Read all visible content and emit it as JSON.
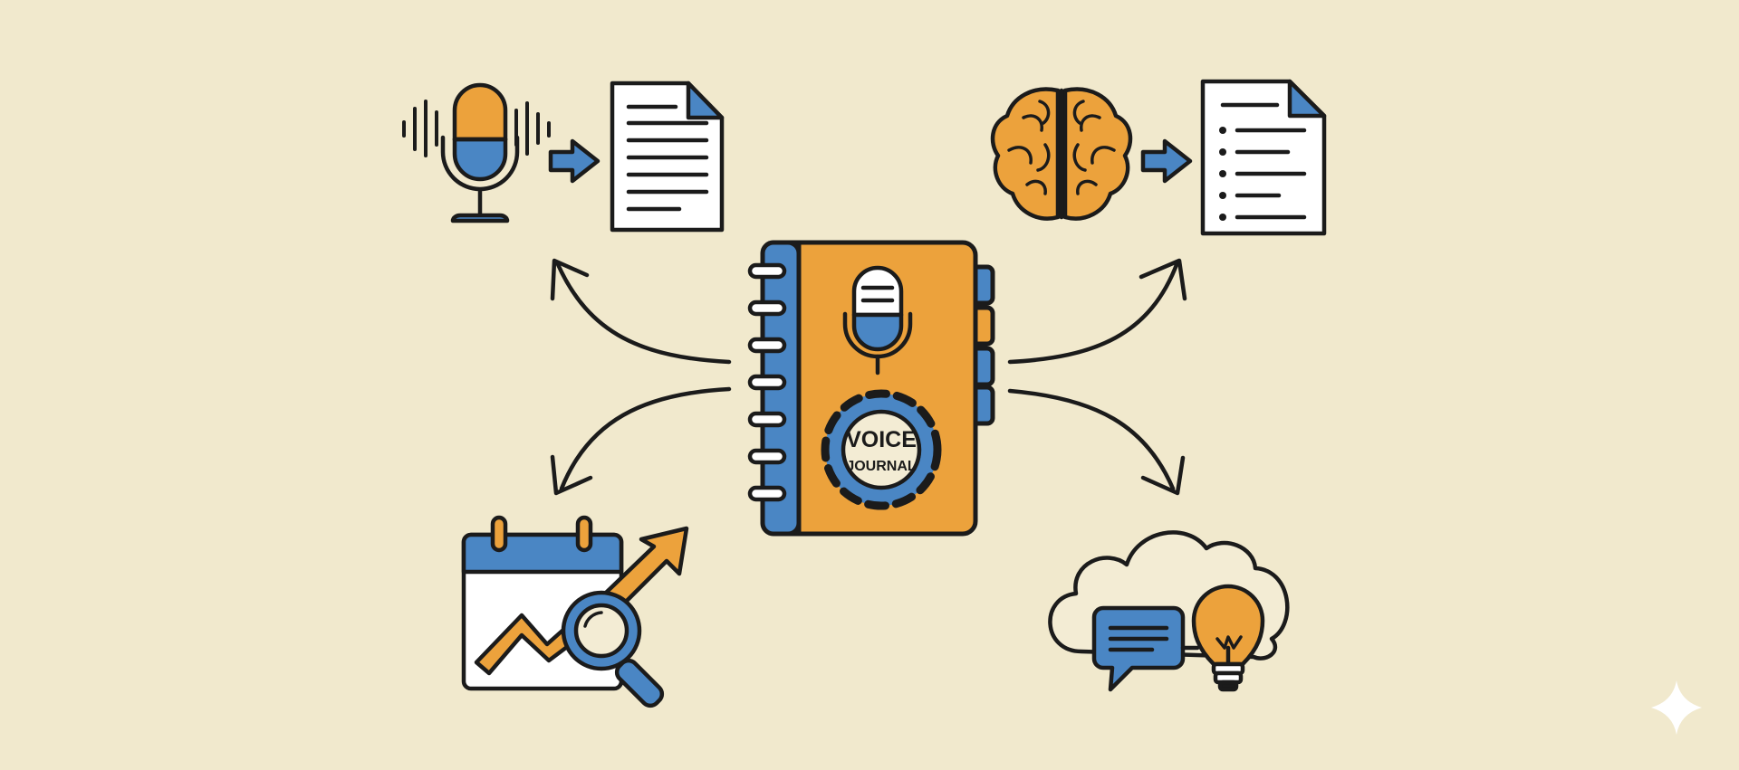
{
  "background": "#f1e9cd",
  "colors": {
    "ink": "#1b1b1b",
    "orange": "#eca23c",
    "blue": "#4a86c4",
    "paper": "#ffffff",
    "center_cream": "#f3ecd4",
    "sparkle": "#ffffff"
  },
  "center": {
    "icon": "notebook-icon",
    "inner_icons": [
      "microphone-icon",
      "gear-icon"
    ],
    "label_line1": "VOICE",
    "label_line2": "JOURNAL"
  },
  "nodes": [
    {
      "name": "voice-to-text",
      "icons": [
        "sound-waves-icon",
        "microphone-icon",
        "arrow-right-icon",
        "document-icon"
      ]
    },
    {
      "name": "brain-to-notes",
      "icons": [
        "brain-icon",
        "arrow-right-icon",
        "checklist-document-icon"
      ]
    },
    {
      "name": "trend-analysis",
      "icons": [
        "calendar-icon",
        "trend-chart-icon",
        "magnifier-icon",
        "arrow-up-icon"
      ]
    },
    {
      "name": "cloud-insights",
      "icons": [
        "cloud-icon",
        "chat-bubble-icon",
        "lightbulb-icon"
      ]
    }
  ],
  "connectors": [
    "arrow-to-top-left",
    "arrow-to-top-right",
    "arrow-to-bottom-left",
    "arrow-to-bottom-right"
  ],
  "decoration": "sparkle-icon"
}
